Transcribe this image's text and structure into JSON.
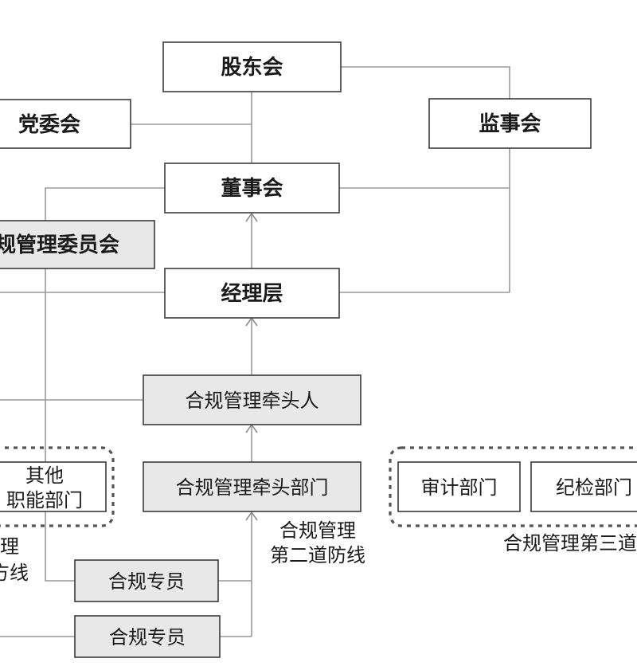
{
  "nodes": {
    "shareholders": "股东会",
    "party_committee": "党委会",
    "supervisors": "监事会",
    "board": "董事会",
    "compliance_committee": "规管理委员会",
    "management": "经理层",
    "compliance_lead": "合规管理牵头人",
    "compliance_dept": "合规管理牵头部门",
    "other_dept_line1": "其他",
    "other_dept_line2": "职能部门",
    "audit_dept": "审计部门",
    "discipline_dept": "纪检部门",
    "compliance_officer_1": "合规专员",
    "compliance_officer_2": "合规专员"
  },
  "notes": {
    "second_line_1": "合规管理",
    "second_line_2": "第二道防线",
    "first_line_1": "理",
    "first_line_2": "方线",
    "third_line": "合规管理第三道"
  },
  "colors": {
    "box_border": "#3a3a3a",
    "box_gray_fill": "#e8e8e8",
    "connector": "#9a9a9a",
    "text": "#1a1a1a"
  }
}
